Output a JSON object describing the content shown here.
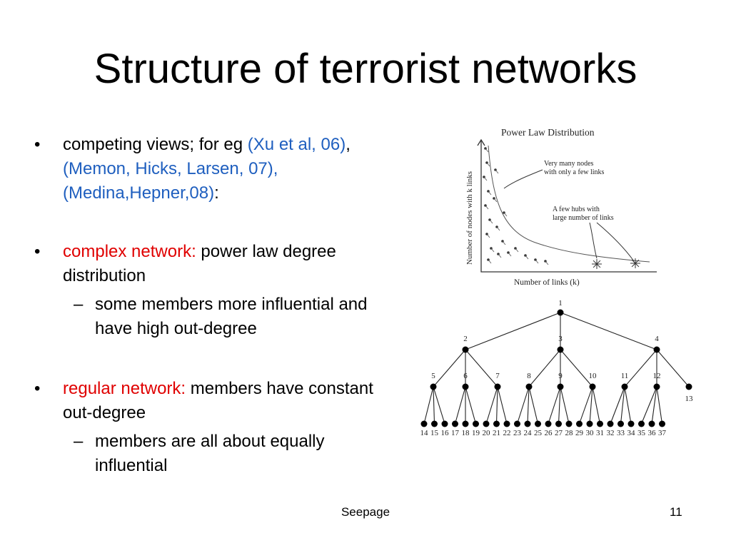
{
  "slide": {
    "title": "Structure of terrorist networks",
    "footer": "Seepage",
    "page_number": "11"
  },
  "bullets": [
    {
      "lead": "competing views; for eg ",
      "cite1": "(Xu et al, 06)",
      "sep1": ", ",
      "cite2": "(Memon, Hicks, Larsen, 07),",
      "cite3": "(Medina,Hepner,08)",
      "tail": ":"
    },
    {
      "label": "complex network:",
      "text": " power law degree distribution",
      "sub": "some members more influential and have high out-degree"
    },
    {
      "label": "regular network:",
      "text": " members have constant out-degree",
      "sub": "members are all about equally influential"
    }
  ],
  "power_law_figure": {
    "title": "Power Law Distribution",
    "ylabel": "Number of nodes with k links",
    "xlabel": "Number of links (k)",
    "annotation1_line1": "Very many nodes",
    "annotation1_line2": "with only a few links",
    "annotation2_line1": "A few hubs with",
    "annotation2_line2": "large number of links"
  },
  "tree_figure": {
    "root": "1",
    "level1": [
      "2",
      "3",
      "4"
    ],
    "level2": [
      "5",
      "6",
      "7",
      "8",
      "9",
      "10",
      "11",
      "12",
      "13"
    ],
    "leaves": [
      "14",
      "15",
      "16",
      "17",
      "18",
      "19",
      "20",
      "21",
      "22",
      "23",
      "24",
      "25",
      "26",
      "27",
      "28",
      "29",
      "30",
      "31",
      "32",
      "33",
      "34",
      "35",
      "36",
      "37"
    ]
  }
}
